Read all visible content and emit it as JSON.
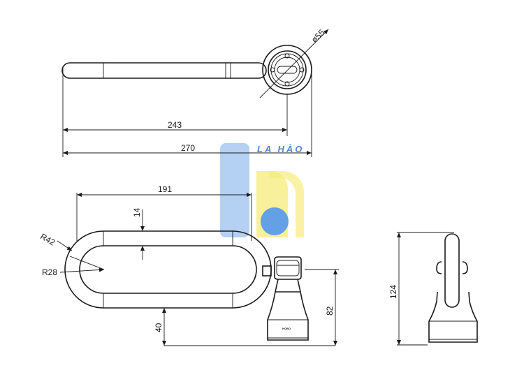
{
  "dimensions": {
    "dia55": "ø55",
    "len243": "243",
    "len270": "270",
    "len191": "191",
    "thk14": "14",
    "r42": "R42",
    "r28": "R28",
    "h40": "40",
    "h82": "82",
    "h124": "124"
  },
  "watermark": {
    "text": "LA HÀO",
    "colors": {
      "blue": "#4a90e2",
      "lightblue": "#a8c8f0",
      "yellow": "#f5e96a"
    }
  },
  "stamp": "HOBO"
}
